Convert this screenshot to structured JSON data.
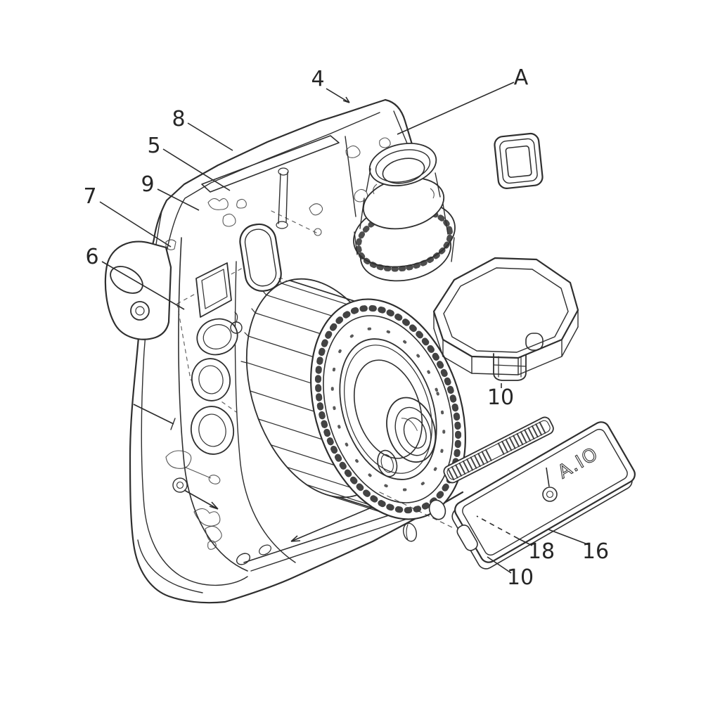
{
  "diagram": {
    "background_color": "#ffffff",
    "line_color": "#2f2f2f",
    "label_color": "#262626",
    "panel_logo_text": "A.IO"
  },
  "callouts": [
    {
      "id": "body-top",
      "text": "4"
    },
    {
      "id": "inner-assembly",
      "text": "A"
    },
    {
      "id": "top-edge",
      "text": "8"
    },
    {
      "id": "top-cover",
      "text": "5"
    },
    {
      "id": "upper-parts",
      "text": "9"
    },
    {
      "id": "left-bracket",
      "text": "7"
    },
    {
      "id": "strap-lug",
      "text": "6"
    },
    {
      "id": "frame-ring",
      "text": "10"
    },
    {
      "id": "back-panel-inner",
      "text": "18"
    },
    {
      "id": "back-panel-edge",
      "text": "16"
    },
    {
      "id": "back-panel-corner",
      "text": "10"
    }
  ]
}
